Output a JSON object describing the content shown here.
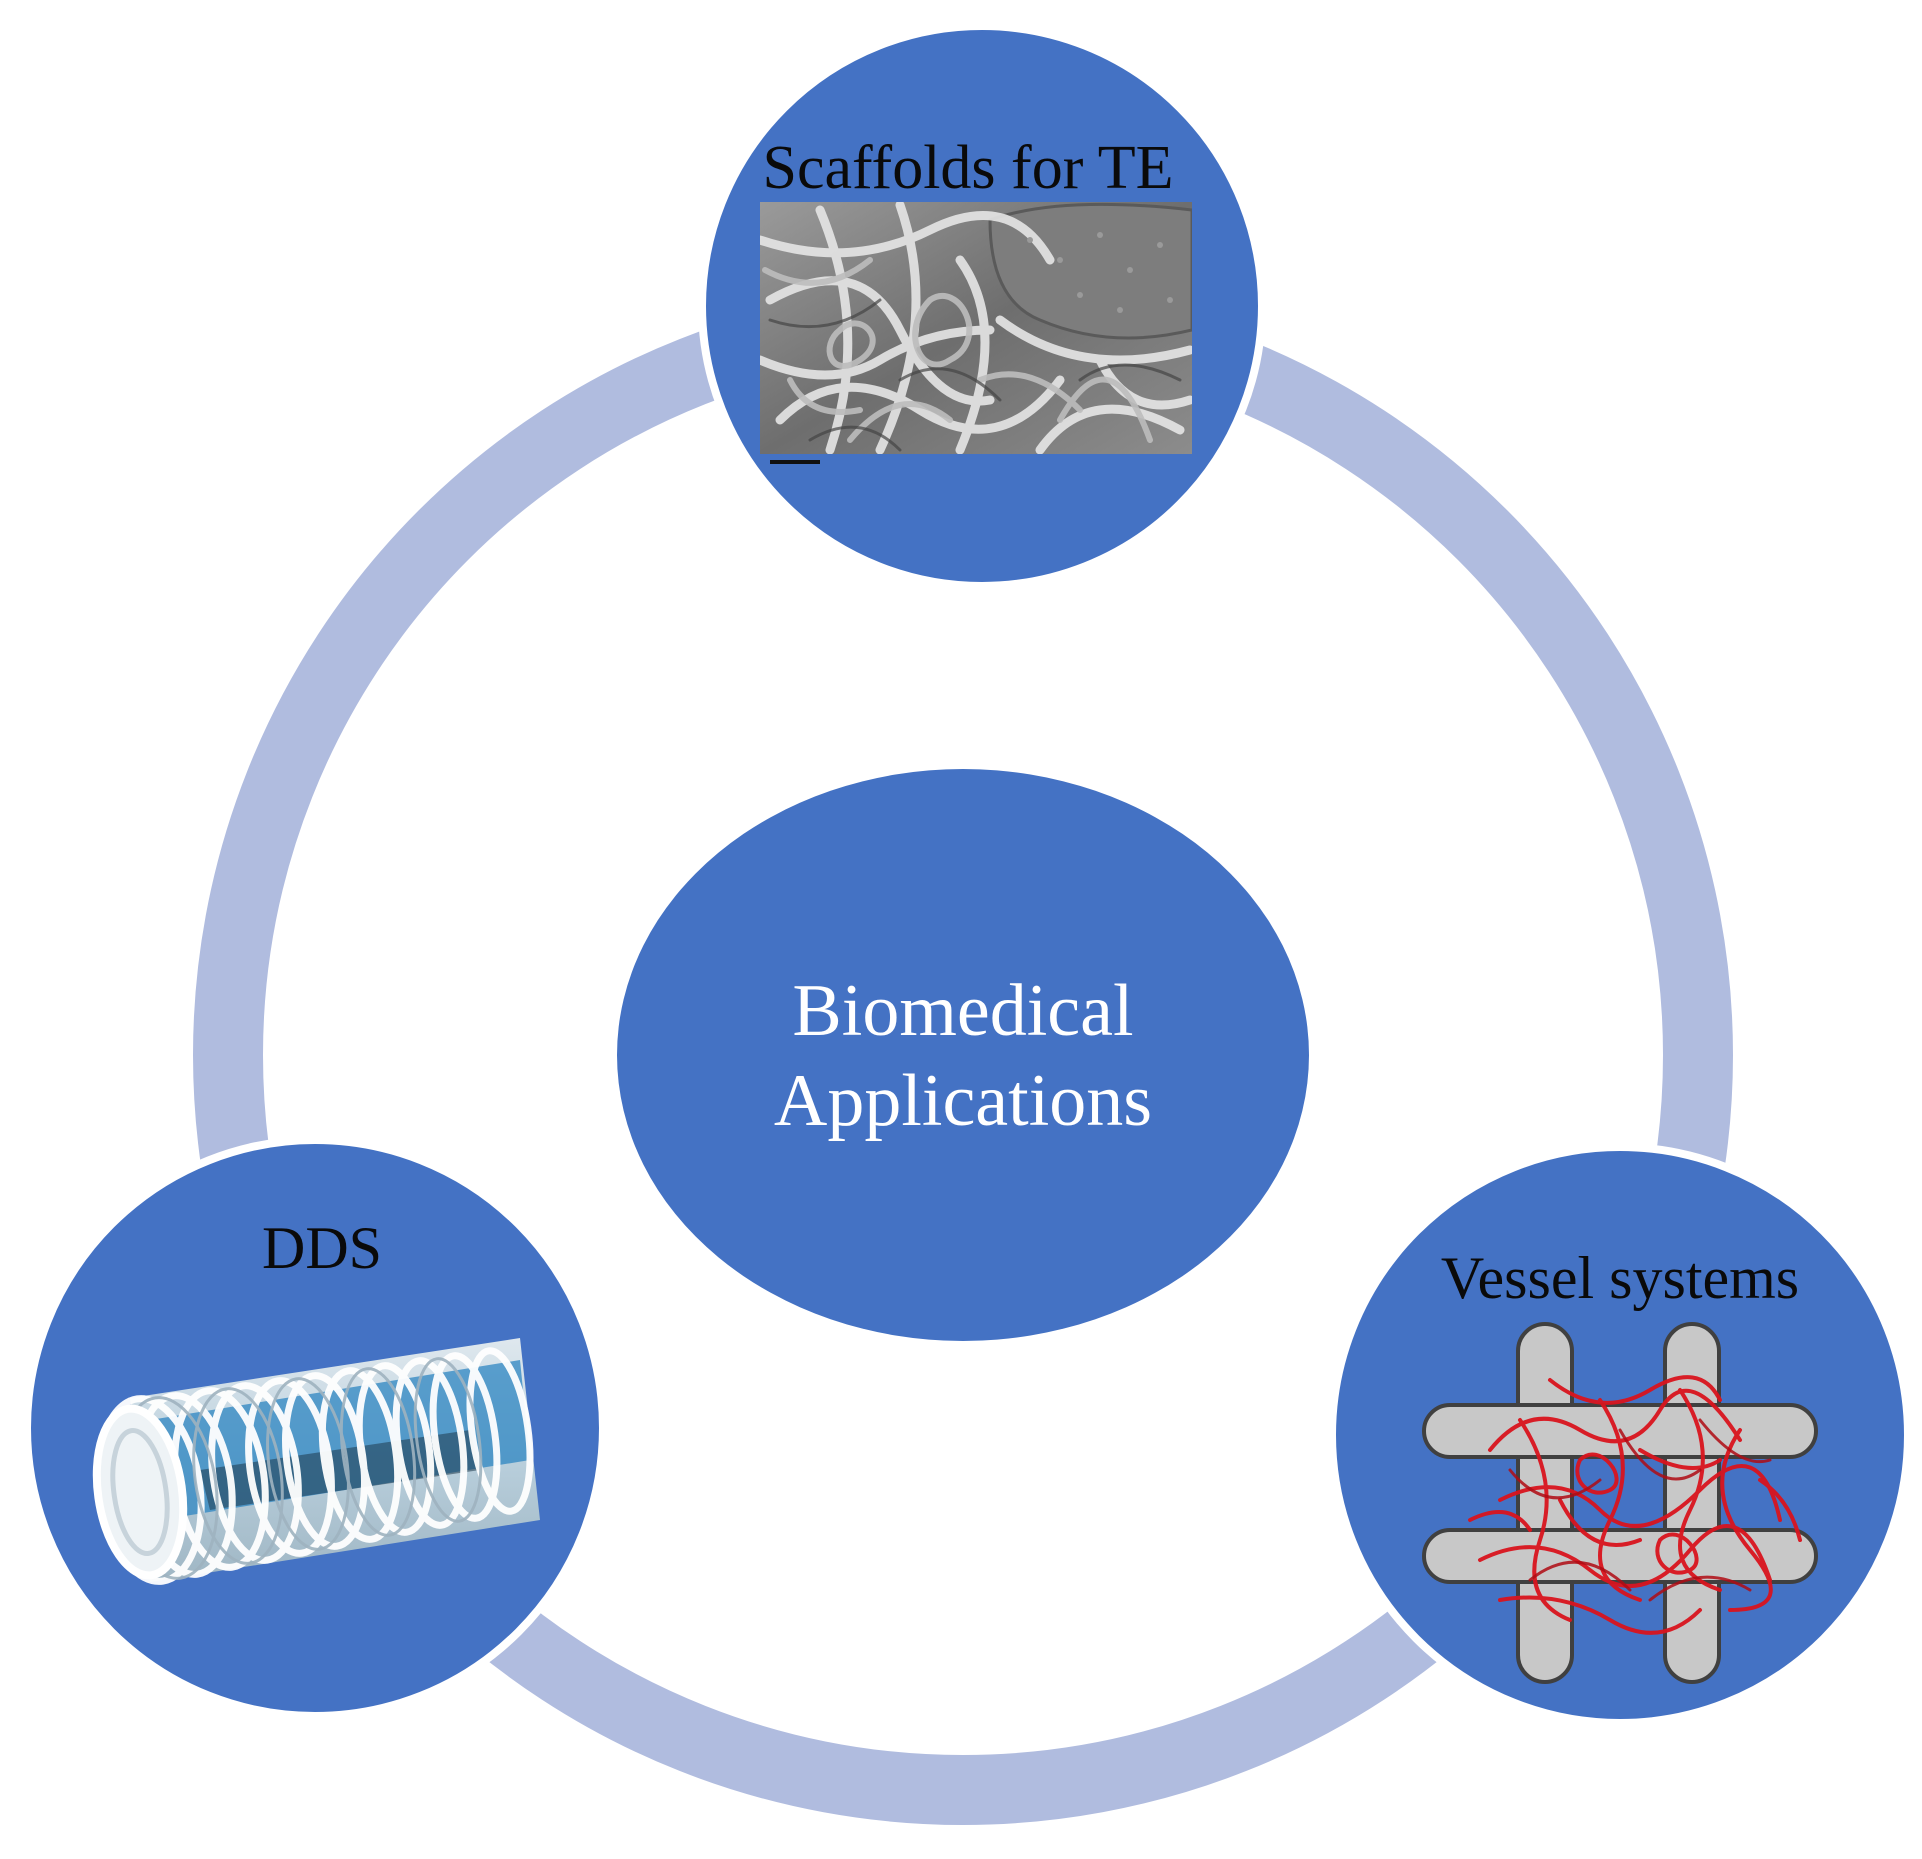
{
  "diagram": {
    "center": {
      "line1": "Biomedical",
      "line2": "Applications"
    },
    "nodes": {
      "top": {
        "label": "Scaffolds for TE",
        "icon": "fiber-mesh-micrograph-icon"
      },
      "left": {
        "label": "DDS",
        "icon": "coil-tube-icon"
      },
      "right": {
        "label": "Vessel systems",
        "icon": "vascular-network-icon"
      }
    }
  },
  "colors": {
    "node_fill": "#4472C4",
    "ring": "#B0BCDF",
    "center_text": "#FFFFFF",
    "label_text": "#0A0A0A",
    "vessel_red": "#D9141E",
    "vessel_gray": "#C8C8C8",
    "tube_blue": "#2E86C1"
  }
}
